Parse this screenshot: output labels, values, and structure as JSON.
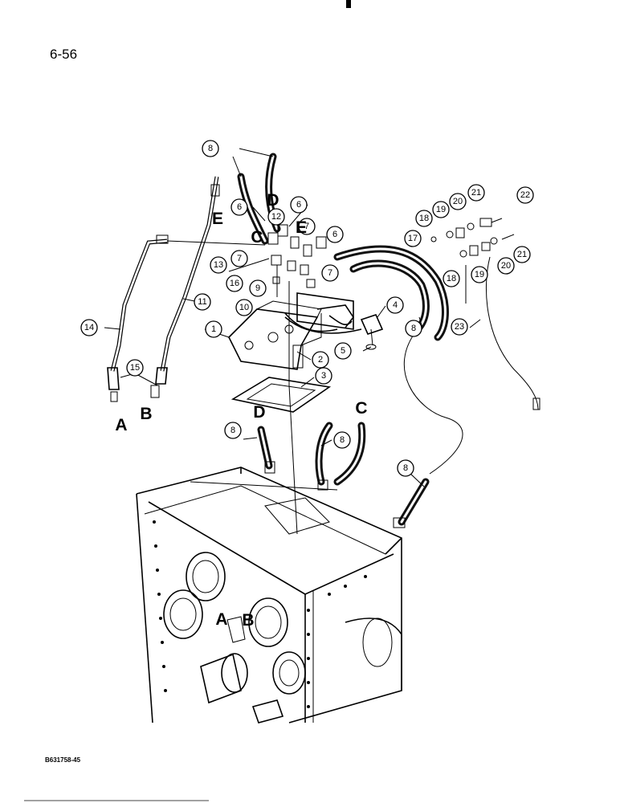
{
  "page_number": "6-56",
  "reference_code": "B631758-45",
  "callouts": [
    "1",
    "2",
    "3",
    "4",
    "5",
    "6",
    "6",
    "6",
    "7",
    "7",
    "7",
    "8",
    "8",
    "8",
    "8",
    "8",
    "9",
    "10",
    "11",
    "12",
    "13",
    "14",
    "15",
    "16",
    "17",
    "18",
    "18",
    "19",
    "19",
    "20",
    "20",
    "21",
    "21",
    "22",
    "23"
  ],
  "letters": [
    "E",
    "D",
    "C",
    "E",
    "A",
    "B",
    "D",
    "C",
    "A",
    "B"
  ]
}
